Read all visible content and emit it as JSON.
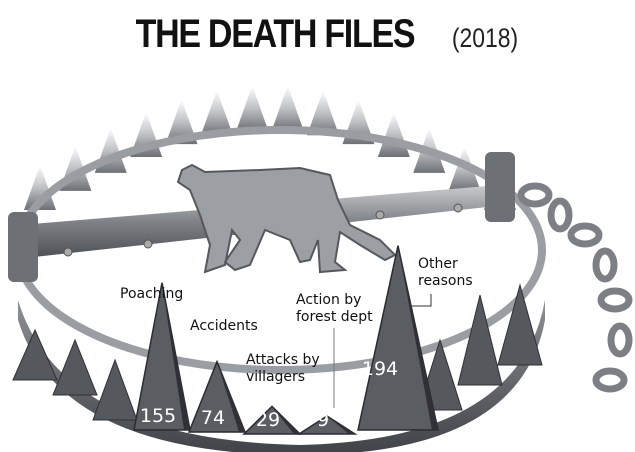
{
  "chart_data": {
    "type": "bar",
    "title": "THE DEATH FILES",
    "subtitle": "(2018)",
    "categories": [
      "Poaching",
      "Accidents",
      "Attacks by villagers",
      "Action by forest dept",
      "Other reasons"
    ],
    "label_lines": [
      [
        "Poaching"
      ],
      [
        "Accidents"
      ],
      [
        "Attacks by",
        "villagers"
      ],
      [
        "Action by",
        "forest dept"
      ],
      [
        "Other",
        "reasons"
      ]
    ],
    "values": [
      155,
      74,
      29,
      9,
      194
    ],
    "xlabel": "",
    "ylabel": "",
    "colors": {
      "tooth": "#5a5d62",
      "metal": "#8a8d92",
      "text": "#111111"
    }
  }
}
